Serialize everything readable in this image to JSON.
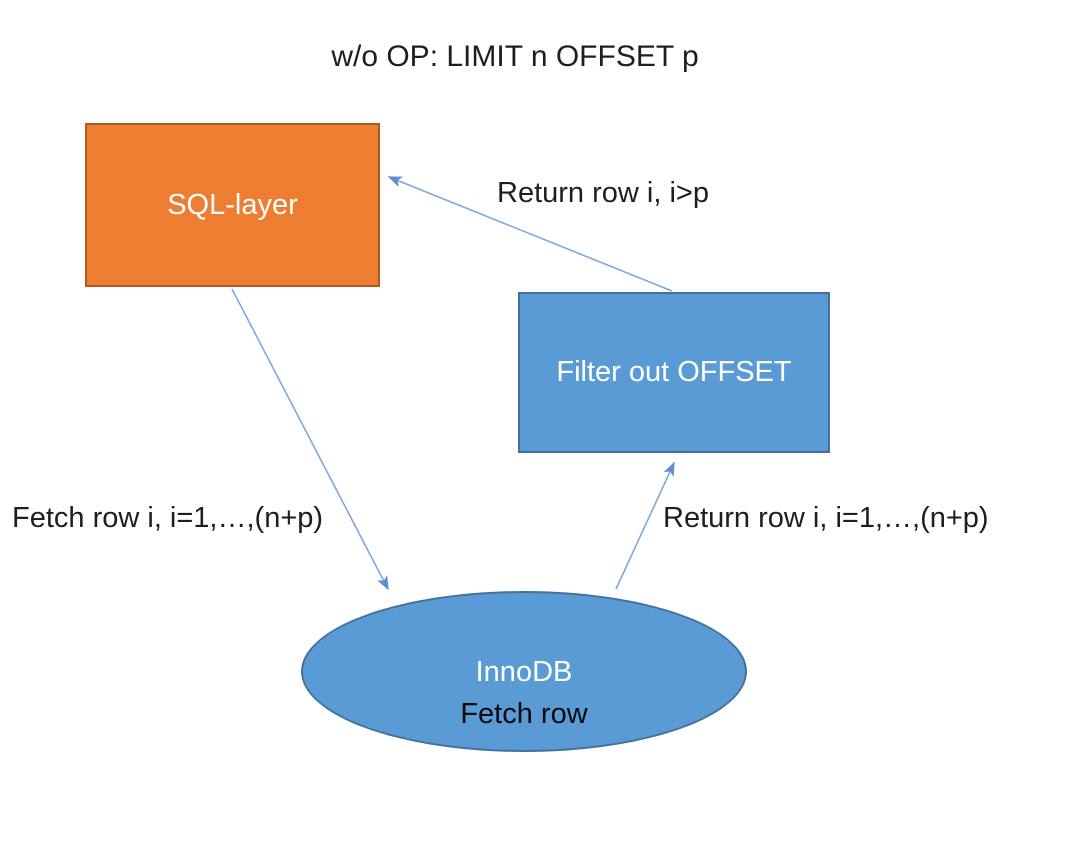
{
  "title": "w/o OP: LIMIT n OFFSET p",
  "nodes": {
    "sql_layer": {
      "label": "SQL-layer",
      "shape": "rectangle",
      "fill": "#ED7D31"
    },
    "filter_out_offset": {
      "label": "Filter out OFFSET",
      "shape": "rectangle",
      "fill": "#5B9BD5"
    },
    "innodb": {
      "line1": "InnoDB",
      "line2": "Fetch row",
      "shape": "ellipse",
      "fill": "#5B9BD5"
    }
  },
  "edges": {
    "return_top": {
      "label": "Return row i, i>p",
      "from": "filter_out_offset",
      "to": "sql_layer"
    },
    "fetch_down": {
      "label": "Fetch row i, i=1,…,(n+p)",
      "from": "sql_layer",
      "to": "innodb"
    },
    "return_up": {
      "label": "Return row i, i=1,…,(n+p)",
      "from": "innodb",
      "to": "filter_out_offset"
    }
  },
  "colors": {
    "node_orange_fill": "#ED7D31",
    "node_orange_border": "#AE5A21",
    "node_blue_fill": "#5B9BD5",
    "node_blue_border": "#41719C",
    "connector": "#7FA8DC",
    "arrowhead": "#5D8FD0",
    "text_dark": "#1E1E1E",
    "text_light": "#FFFFFF",
    "canvas_bg": "#FFFFFF"
  }
}
